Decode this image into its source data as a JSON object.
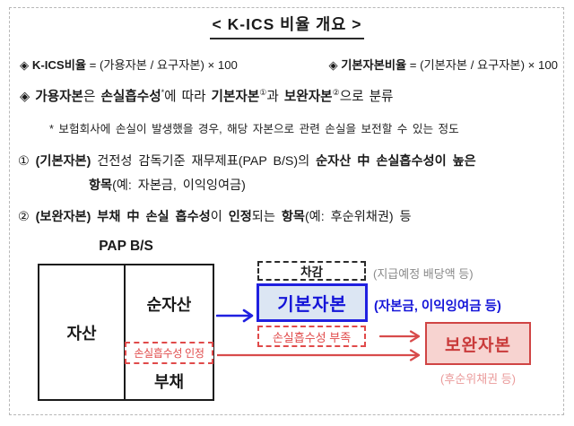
{
  "title": "< K-ICS 비율 개요 >",
  "formulas": {
    "kics": [
      {
        "t": "◈ ",
        "b": true
      },
      {
        "t": "K-ICS비율",
        "b": true
      },
      {
        "t": " = (가용자본 / 요구자본) × 100"
      }
    ],
    "basic": [
      {
        "t": "◈ ",
        "b": true
      },
      {
        "t": "기본자본비율",
        "b": true
      },
      {
        "t": " = (기본자본 / 요구자본) × 100"
      }
    ]
  },
  "classification": [
    {
      "t": "◈ ",
      "b": true
    },
    {
      "t": "가용자본",
      "b": true
    },
    {
      "t": "은 "
    },
    {
      "t": "손실흡수성",
      "b": true
    },
    {
      "t": "*",
      "sup": true
    },
    {
      "t": "에 따라 "
    },
    {
      "t": "기본자본",
      "b": true
    },
    {
      "t": "①",
      "sup": true
    },
    {
      "t": "과 "
    },
    {
      "t": "보완자본",
      "b": true
    },
    {
      "t": "②",
      "sup": true
    },
    {
      "t": "으로 분류"
    }
  ],
  "footnote": "* 보험회사에 손실이 발생했을 경우, 해당 자본으로 관련 손실을 보전할 수 있는 정도",
  "item_basic": {
    "line1": [
      {
        "t": "① "
      },
      {
        "t": "(기본자본)",
        "b": true
      },
      {
        "t": " 건전성 감독기준 재무제표(PAP B/S)의 "
      },
      {
        "t": "순자산 中 손실흡수성이 높은",
        "b": true
      }
    ],
    "line2": [
      {
        "t": "항목",
        "b": true
      },
      {
        "t": "(예: 자본금, 이익잉여금)"
      }
    ]
  },
  "item_supplementary": [
    {
      "t": "② "
    },
    {
      "t": "(보완자본)",
      "b": true
    },
    {
      "t": " "
    },
    {
      "t": "부채 中 손실 흡수성",
      "b": true
    },
    {
      "t": "이 "
    },
    {
      "t": "인정",
      "b": true
    },
    {
      "t": "되는 "
    },
    {
      "t": "항목",
      "b": true
    },
    {
      "t": "(예: 후순위채권) 등"
    }
  ],
  "diagram": {
    "bs_title": "PAP B/S",
    "asset": "자산",
    "net_asset": "순자산",
    "loss_recognized": "손실흡수성 인정",
    "liability": "부채",
    "deduction": "차감",
    "deduction_note": "(지급예정 배당액 등)",
    "basic_capital": "기본자본",
    "basic_capital_note": "(자본금, 이익잉여금 등)",
    "loss_insufficient": "손실흡수성 부족",
    "supplementary_capital": "보완자본",
    "supplementary_capital_note": "(후순위채권 등)",
    "colors": {
      "blue": "#2020e0",
      "blue_fill": "#dce6f3",
      "red": "#e04a4a",
      "red_fill": "#f7d3d0",
      "dark_red": "#c93a3a",
      "note_red": "#ea9a9a",
      "gray": "#8a8a8a"
    }
  }
}
